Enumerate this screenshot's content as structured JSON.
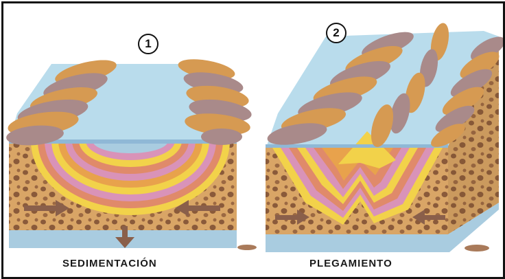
{
  "stages": [
    {
      "number": "1",
      "caption": "SEDIMENTACIÓN"
    },
    {
      "number": "2",
      "caption": "PLEGAMIENTO"
    }
  ],
  "colors": {
    "water": "#b9dcec",
    "sea_floor_band": "#a9cce0",
    "matrix": "#d9a566",
    "pebble": "#8a5a3a",
    "rock_tan": "#d69a52",
    "rock_mauve": "#a98a8a",
    "layer_yellow": "#f2d24a",
    "layer_pink": "#d993b8",
    "layer_salmon": "#e08a6a",
    "layer_orange": "#e8a24c",
    "arrow": "#8a5f4a"
  }
}
